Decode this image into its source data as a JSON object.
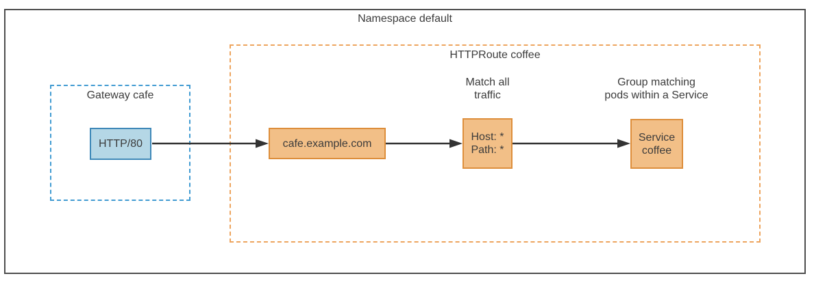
{
  "namespace": {
    "label": "Namespace default"
  },
  "gateway": {
    "label": "Gateway cafe",
    "listener_label": "HTTP/80"
  },
  "httproute": {
    "label": "HTTPRoute coffee",
    "hostname_label": "cafe.example.com",
    "match_annotation": "Match all\ntraffic",
    "match_rule_label": "Host: *\nPath: *",
    "service_annotation": "Group matching\npods within a Service",
    "service_label": "Service\ncoffee"
  },
  "colors": {
    "outline": "#4d4d4d",
    "text": "#3b3b3b",
    "gateway_border": "#419bd2",
    "gateway_node_fill": "#b5d7e6",
    "gateway_node_border": "#3e88b8",
    "route_border": "#eda45e",
    "route_node_fill": "#f2bf87",
    "route_node_border": "#dd8e3b",
    "arrow": "#333333"
  }
}
